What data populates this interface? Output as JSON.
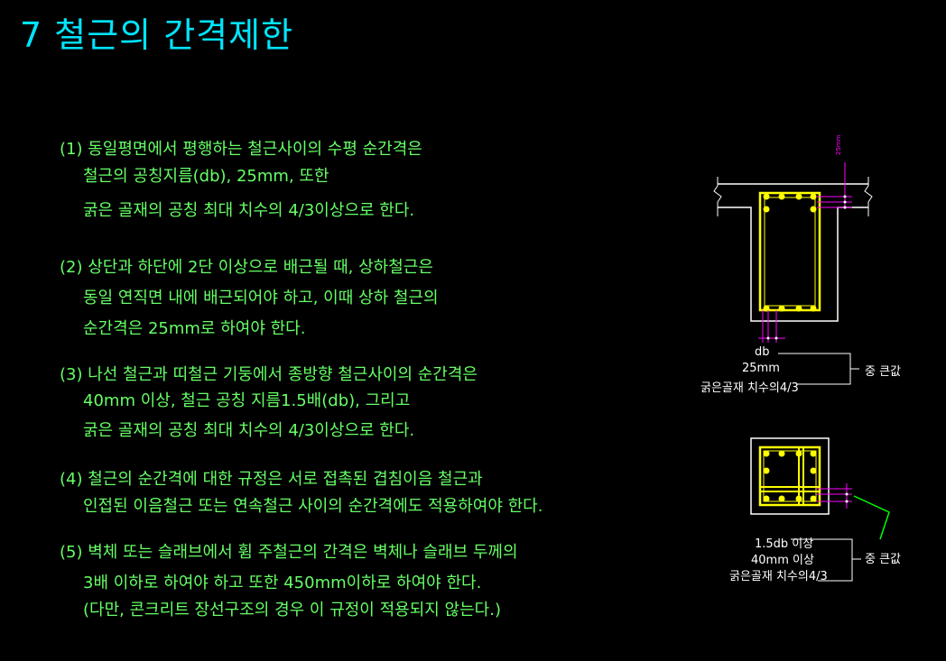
{
  "title": "7 철근의 간격제한",
  "sections": [
    {
      "lines": [
        "(1) 동일평면에서 평행하는 철근사이의 수평 순간격은",
        "철근의 공칭지름(db), 25mm, 또한",
        "굵은 골재의 공칭 최대 치수의 4/3이상으로 한다."
      ]
    },
    {
      "lines": [
        "(2) 상단과 하단에 2단 이상으로 배근될 때, 상하철근은",
        "동일 연직면 내에 배근되어야 하고, 이때 상하 철근의",
        "순간격은 25mm로 하여야 한다."
      ]
    },
    {
      "lines": [
        "(3) 나선 철근과  띠철근 기둥에서 종방향 철근사이의 순간격은",
        "40mm 이상, 철근 공칭 지름1.5배(db), 그리고",
        "굵은 골재의 공칭 최대 치수의 4/3이상으로 한다."
      ]
    },
    {
      "lines": [
        "(4) 철근의 순간격에 대한 규정은 서로 접촉된 겹침이음 철근과",
        "인접된 이음철근 또는 연속철근 사이의 순간격에도 적용하여야 한다."
      ]
    },
    {
      "lines": [
        "(5) 벽체 또는 슬래브에서 휨 주철근의 간격은 벽체나 슬래브 두께의",
        "3배 이하로 하여야 하고 또한 450mm이하로 하여야 한다.",
        "(다만, 콘크리트 장선구조의 경우 이 규정이 적용되지 않는다.)"
      ]
    }
  ],
  "diagram1": {
    "small_label": "25mm",
    "labels": [
      "db",
      "25mm",
      "굵은골재 치수의4/3"
    ],
    "result": "중 큰값"
  },
  "diagram2": {
    "labels": [
      "1.5db 이상",
      "40mm 이상",
      "굵은골재 치수의4/3"
    ],
    "result": "중 큰값"
  },
  "colors": {
    "title": "#00E5FF",
    "text": "#66FF66",
    "rebar": "#FFFF00",
    "dimension": "#FF00FF",
    "leader": "#00FF00",
    "outline": "#FFFFFF"
  }
}
